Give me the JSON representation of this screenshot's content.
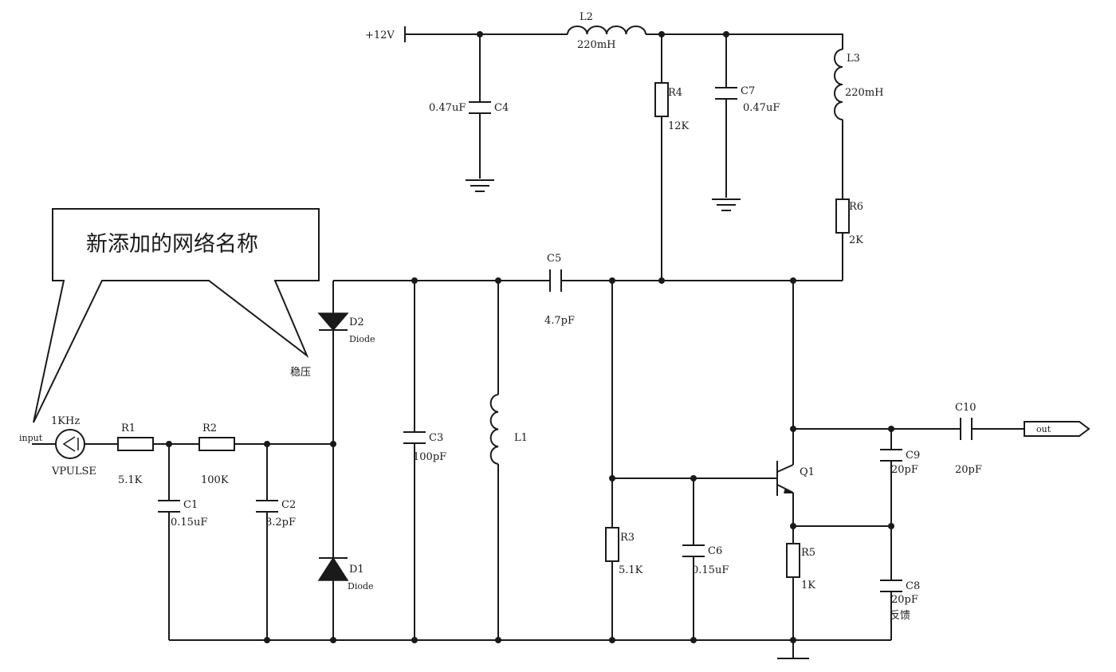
{
  "supply": {
    "label": "+12V"
  },
  "callout": {
    "text": "新添加的网络名称"
  },
  "nets": {
    "input": "input",
    "vr": "稳压",
    "out": "out"
  },
  "source": {
    "freq": "1KHz",
    "name": "VPULSE"
  },
  "components": {
    "L2": {
      "ref": "L2",
      "value": "220mH"
    },
    "L3": {
      "ref": "L3",
      "value": "220mH"
    },
    "C4": {
      "ref": "C4",
      "value": "0.47uF"
    },
    "C7": {
      "ref": "C7",
      "value": "0.47uF"
    },
    "R4": {
      "ref": "R4",
      "value": "12K"
    },
    "R6": {
      "ref": "R6",
      "value": "2K"
    },
    "C5": {
      "ref": "C5",
      "value": "4.7pF"
    },
    "D2": {
      "ref": "D2",
      "value": "Diode"
    },
    "D1": {
      "ref": "D1",
      "value": "Diode"
    },
    "R1": {
      "ref": "R1",
      "value": "5.1K"
    },
    "R2": {
      "ref": "R2",
      "value": "100K"
    },
    "C1": {
      "ref": "C1",
      "value": "0.15uF"
    },
    "C2": {
      "ref": "C2",
      "value": "8.2pF"
    },
    "C3": {
      "ref": "C3",
      "value": "100pF"
    },
    "L1": {
      "ref": "L1"
    },
    "R3": {
      "ref": "R3",
      "value": "5.1K"
    },
    "C6": {
      "ref": "C6",
      "value": "0.15uF"
    },
    "Q1": {
      "ref": "Q1"
    },
    "R5": {
      "ref": "R5",
      "value": "1K"
    },
    "C9": {
      "ref": "C9",
      "value": "20pF"
    },
    "C8": {
      "ref": "C8",
      "value": "20pF",
      "note": "反馈"
    },
    "C10": {
      "ref": "C10",
      "value": "20pF"
    }
  }
}
